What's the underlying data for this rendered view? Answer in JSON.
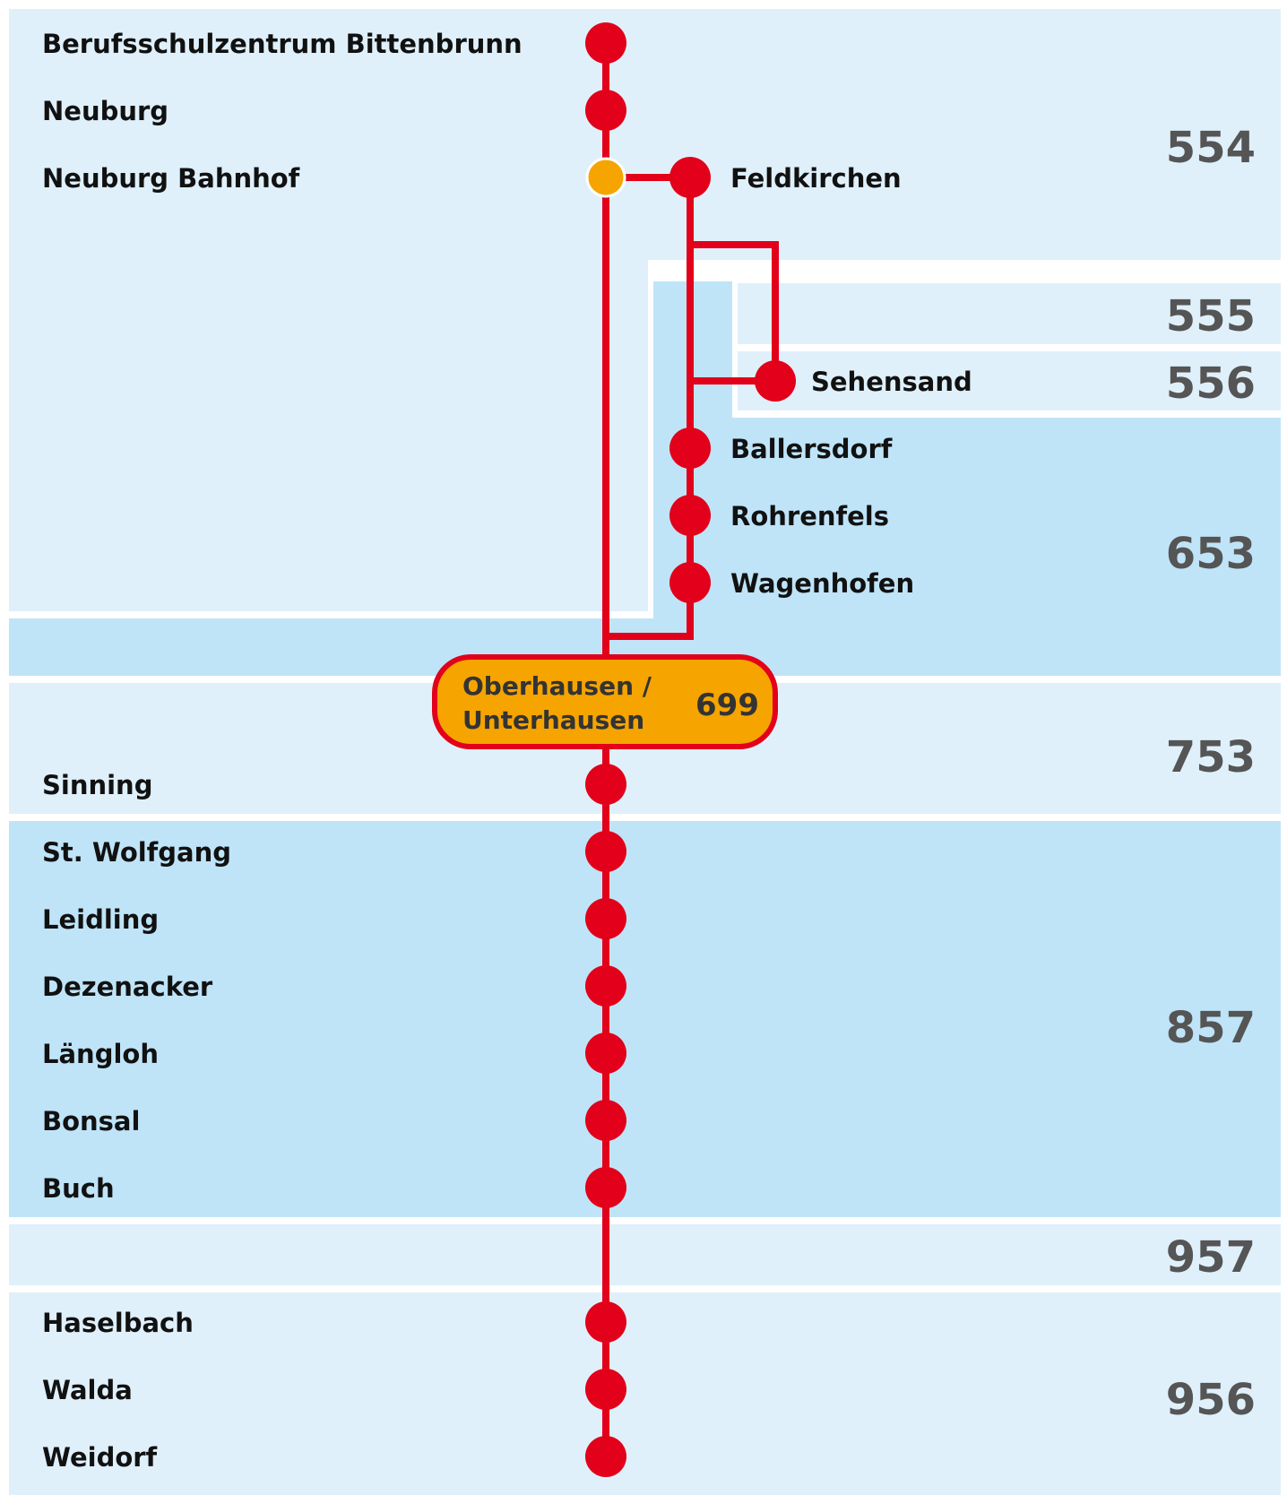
{
  "colors": {
    "zone_light": "#dff0fb",
    "zone_medium": "#bfe4f8",
    "line": "#e2001a",
    "transfer_stop": "#f5a400",
    "hub_fill": "#f5a400",
    "zone_number": "#555555"
  },
  "zones": {
    "z554": "554",
    "z555": "555",
    "z556": "556",
    "z653": "653",
    "z753": "753",
    "z857": "857",
    "z957": "957",
    "z956": "956"
  },
  "stops": {
    "berufsschulzentrum": "Berufsschulzentrum Bittenbrunn",
    "neuburg": "Neuburg",
    "neuburg_bahnhof": "Neuburg Bahnhof",
    "feldkirchen": "Feldkirchen",
    "sehensand": "Sehensand",
    "ballersdorf": "Ballersdorf",
    "rohrenfels": "Rohrenfels",
    "wagenhofen": "Wagenhofen",
    "sinning": "Sinning",
    "st_wolfgang": "St. Wolfgang",
    "leidling": "Leidling",
    "dezenacker": "Dezenacker",
    "laengloh": "Längloh",
    "bonsal": "Bonsal",
    "buch": "Buch",
    "haselbach": "Haselbach",
    "walda": "Walda",
    "weidorf": "Weidorf"
  },
  "hub": {
    "line1": "Oberhausen /",
    "line2": "Unterhausen",
    "zone": "699"
  }
}
